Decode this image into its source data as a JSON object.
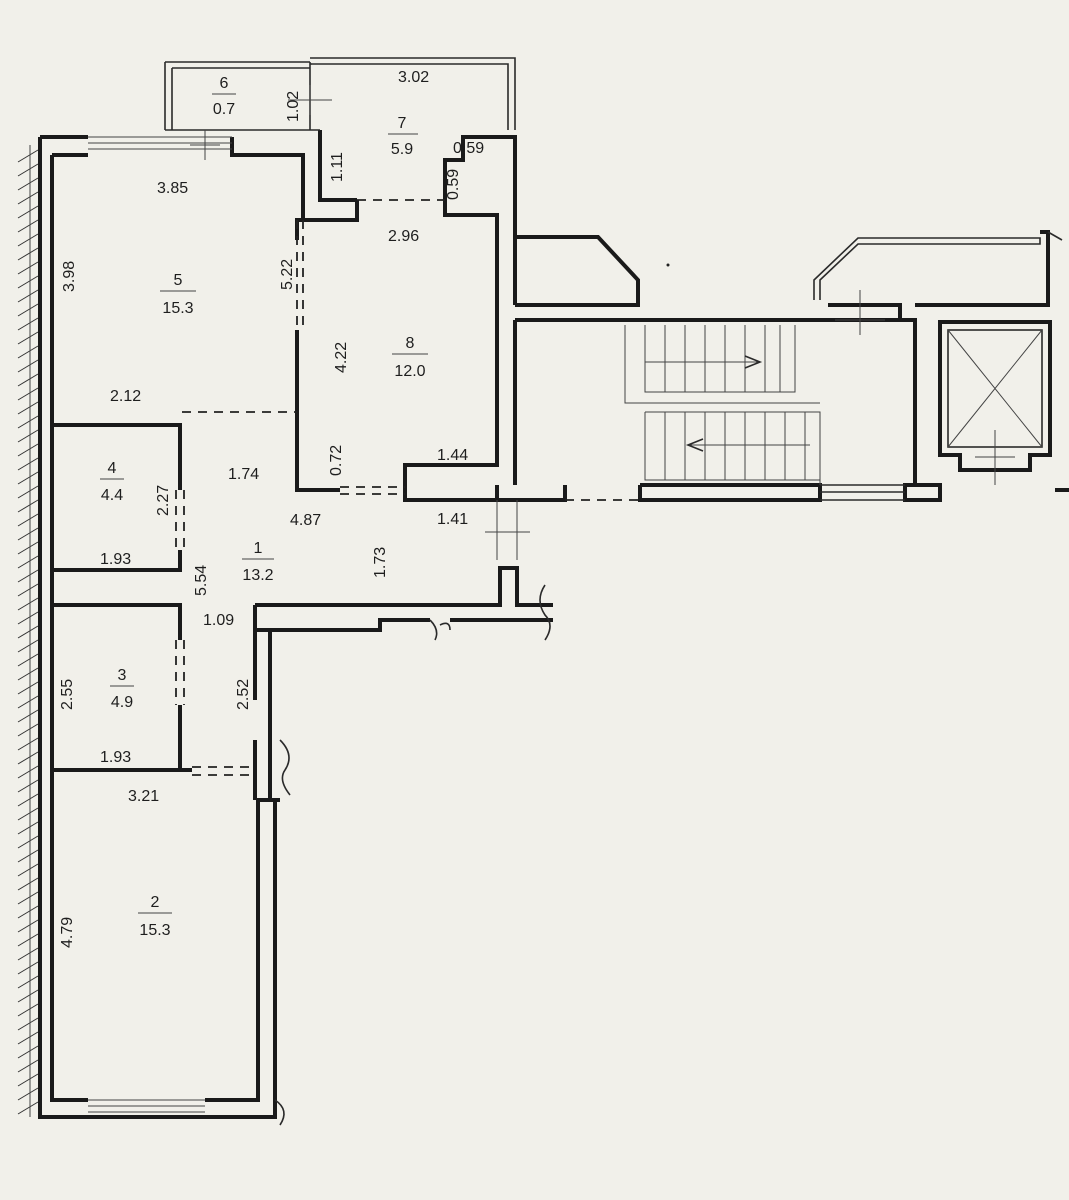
{
  "rooms": [
    {
      "number": "1",
      "area": "13.2"
    },
    {
      "number": "2",
      "area": "15.3"
    },
    {
      "number": "3",
      "area": "4.9"
    },
    {
      "number": "4",
      "area": "4.4"
    },
    {
      "number": "5",
      "area": "15.3"
    },
    {
      "number": "6",
      "area": "0.7"
    },
    {
      "number": "7",
      "area": "5.9"
    },
    {
      "number": "8",
      "area": "12.0"
    }
  ],
  "dimensions": {
    "d_302": "3.02",
    "d_102": "1.02",
    "d_111": "1.11",
    "d_059a": "0.59",
    "d_059b": "0.59",
    "d_385": "3.85",
    "d_296": "2.96",
    "d_398": "3.98",
    "d_522": "5.22",
    "d_422": "4.22",
    "d_212": "2.12",
    "d_174": "1.74",
    "d_072": "0.72",
    "d_144": "1.44",
    "d_227": "2.27",
    "d_487": "4.87",
    "d_141": "1.41",
    "d_193a": "1.93",
    "d_554": "5.54",
    "d_173": "1.73",
    "d_109": "1.09",
    "d_255": "2.55",
    "d_252": "2.52",
    "d_193b": "1.93",
    "d_321": "3.21",
    "d_479": "4.79"
  },
  "symbols": {
    "stair_arrow_up": "arrow-right-icon",
    "stair_arrow_down": "arrow-left-icon",
    "elevator_shaft": "cross-box-icon"
  }
}
